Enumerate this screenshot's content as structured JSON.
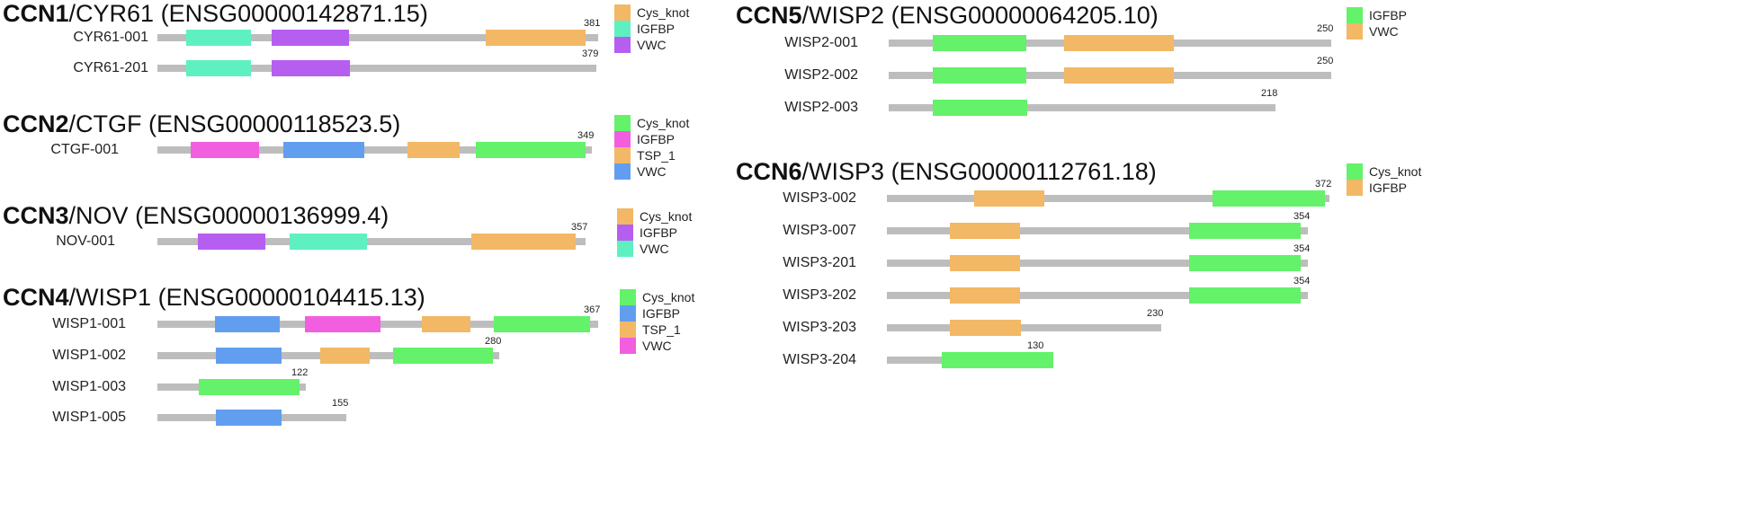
{
  "colors": {
    "Cys_knot": "#f2b865",
    "IGFBP": "#63f26a",
    "VWC": "#b65ef0",
    "TSP_1": "#f2b865",
    "aqua": "#5ef0c0",
    "blue": "#629ef0",
    "pink": "#f25ee0",
    "backbone": "#bdbdbd"
  },
  "panels": [
    {
      "gene": "CCN1",
      "name": "CYR61",
      "ensembl": "(ENSG00000142871.15)",
      "legend": [
        {
          "label": "Cys_knot",
          "color": "#f2b865"
        },
        {
          "label": "IGFBP",
          "color": "#5ef0c0"
        },
        {
          "label": "VWC",
          "color": "#b65ef0"
        }
      ],
      "transcripts": [
        {
          "name": "CYR61-001",
          "length": 381,
          "domains": [
            {
              "type": "IGFBP",
              "start": 25,
              "end": 81
            },
            {
              "type": "VWC",
              "start": 99,
              "end": 166
            },
            {
              "type": "Cys_knot",
              "start": 284,
              "end": 370
            }
          ]
        },
        {
          "name": "CYR61-201",
          "length": 379,
          "domains": [
            {
              "type": "IGFBP",
              "start": 25,
              "end": 81
            },
            {
              "type": "VWC",
              "start": 99,
              "end": 166
            }
          ]
        }
      ]
    },
    {
      "gene": "CCN2",
      "name": "CTGF",
      "ensembl": "(ENSG00000118523.5)",
      "legend": [
        {
          "label": "Cys_knot",
          "color": "#63f26a"
        },
        {
          "label": "IGFBP",
          "color": "#f25ee0"
        },
        {
          "label": "TSP_1",
          "color": "#f2b865"
        },
        {
          "label": "VWC",
          "color": "#629ef0"
        }
      ],
      "transcripts": [
        {
          "name": "CTGF-001",
          "length": 349,
          "domains": [
            {
              "type": "IGFBP",
              "start": 27,
              "end": 82
            },
            {
              "type": "VWC",
              "start": 101,
              "end": 166
            },
            {
              "type": "TSP_1",
              "start": 201,
              "end": 243
            },
            {
              "type": "Cys_knot",
              "start": 256,
              "end": 344
            }
          ]
        }
      ]
    },
    {
      "gene": "CCN3",
      "name": "NOV",
      "ensembl": "(ENSG00000136999.4)",
      "legend": [
        {
          "label": "Cys_knot",
          "color": "#f2b865"
        },
        {
          "label": "IGFBP",
          "color": "#b65ef0"
        },
        {
          "label": "VWC",
          "color": "#5ef0c0"
        }
      ],
      "transcripts": [
        {
          "name": "NOV-001",
          "length": 357,
          "domains": [
            {
              "type": "IGFBP",
              "start": 34,
              "end": 90
            },
            {
              "type": "VWC",
              "start": 110,
              "end": 175
            },
            {
              "type": "Cys_knot",
              "start": 262,
              "end": 349
            }
          ]
        }
      ]
    },
    {
      "gene": "CCN4",
      "name": "WISP1",
      "ensembl": "(ENSG00000104415.13)",
      "legend": [
        {
          "label": "Cys_knot",
          "color": "#63f26a"
        },
        {
          "label": "IGFBP",
          "color": "#629ef0"
        },
        {
          "label": "TSP_1",
          "color": "#f2b865"
        },
        {
          "label": "VWC",
          "color": "#f25ee0"
        }
      ],
      "transcripts": [
        {
          "name": "WISP1-001",
          "length": 367,
          "domains": [
            {
              "type": "IGFBP",
              "start": 48,
              "end": 102
            },
            {
              "type": "VWC",
              "start": 123,
              "end": 186
            },
            {
              "type": "TSP_1",
              "start": 220,
              "end": 261
            },
            {
              "type": "Cys_knot",
              "start": 280,
              "end": 360
            }
          ]
        },
        {
          "name": "WISP1-002",
          "length": 280,
          "domains": [
            {
              "type": "IGFBP",
              "start": 48,
              "end": 102
            },
            {
              "type": "TSP_1",
              "start": 133,
              "end": 174
            },
            {
              "type": "Cys_knot",
              "start": 193,
              "end": 275
            }
          ]
        },
        {
          "name": "WISP1-003",
          "length": 122,
          "domains": [
            {
              "type": "Cys_knot",
              "start": 34,
              "end": 117
            }
          ]
        },
        {
          "name": "WISP1-005",
          "length": 155,
          "domains": [
            {
              "type": "IGFBP",
              "start": 48,
              "end": 102
            }
          ]
        }
      ]
    },
    {
      "gene": "CCN5",
      "name": "WISP2",
      "ensembl": "(ENSG00000064205.10)",
      "legend": [
        {
          "label": "IGFBP",
          "color": "#63f26a"
        },
        {
          "label": "VWC",
          "color": "#f2b865"
        }
      ],
      "transcripts": [
        {
          "name": "WISP2-001",
          "length": 250,
          "domains": [
            {
              "type": "IGFBP",
              "start": 25,
              "end": 78
            },
            {
              "type": "VWC",
              "start": 99,
              "end": 161
            }
          ]
        },
        {
          "name": "WISP2-002",
          "length": 250,
          "domains": [
            {
              "type": "IGFBP",
              "start": 25,
              "end": 78
            },
            {
              "type": "VWC",
              "start": 99,
              "end": 161
            }
          ]
        },
        {
          "name": "WISP2-003",
          "length": 218,
          "domains": [
            {
              "type": "IGFBP",
              "start": 25,
              "end": 78
            }
          ]
        }
      ]
    },
    {
      "gene": "CCN6",
      "name": "WISP3",
      "ensembl": "(ENSG00000112761.18)",
      "legend": [
        {
          "label": "Cys_knot",
          "color": "#63f26a"
        },
        {
          "label": "IGFBP",
          "color": "#f2b865"
        }
      ],
      "transcripts": [
        {
          "name": "WISP3-002",
          "length": 372,
          "domains": [
            {
              "type": "IGFBP",
              "start": 73,
              "end": 132
            },
            {
              "type": "Cys_knot",
              "start": 274,
              "end": 368
            }
          ]
        },
        {
          "name": "WISP3-007",
          "length": 354,
          "domains": [
            {
              "type": "IGFBP",
              "start": 53,
              "end": 112
            },
            {
              "type": "Cys_knot",
              "start": 254,
              "end": 348
            }
          ]
        },
        {
          "name": "WISP3-201",
          "length": 354,
          "domains": [
            {
              "type": "IGFBP",
              "start": 53,
              "end": 112
            },
            {
              "type": "Cys_knot",
              "start": 254,
              "end": 348
            }
          ]
        },
        {
          "name": "WISP3-202",
          "length": 354,
          "domains": [
            {
              "type": "IGFBP",
              "start": 53,
              "end": 112
            },
            {
              "type": "Cys_knot",
              "start": 254,
              "end": 348
            }
          ]
        },
        {
          "name": "WISP3-203",
          "length": 230,
          "domains": [
            {
              "type": "IGFBP",
              "start": 53,
              "end": 112
            }
          ]
        },
        {
          "name": "WISP3-204",
          "length": 130,
          "domains": [
            {
              "type": "Cys_knot",
              "start": 46,
              "end": 140
            }
          ]
        }
      ]
    }
  ]
}
